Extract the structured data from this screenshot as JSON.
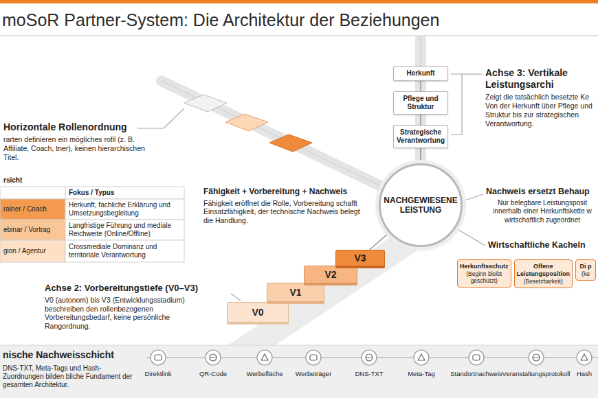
{
  "diagram": {
    "title": "moSoR Partner-System: Die Architektur der Beziehungen",
    "nodes": [
      {
        "text": [
          "Herkunft"
        ]
      },
      {
        "text": [
          "Pflege und Struktur"
        ]
      },
      {
        "text": [
          "Strategische Verantwortung"
        ]
      },
      {
        "text": [
          "NACHGEWIESENE LEISTUNG"
        ]
      },
      {
        "text": [
          "V0"
        ]
      },
      {
        "text": [
          "V1"
        ]
      },
      {
        "text": [
          "V2"
        ]
      },
      {
        "text": [
          "V3"
        ]
      },
      {
        "text": [
          "Herkunftsschutz",
          "(Beginn bleibt geschützt)"
        ]
      },
      {
        "text": [
          "Offene Leistungsposition",
          "(Besetzbarkeit)"
        ]
      },
      {
        "text": [
          "Di p",
          "(ke"
        ]
      },
      {
        "text": [
          "nische Nachweisschicht",
          "DNS-TXT, Meta-Tags und Hash-Zuordnungen bilden bliche Fundament der gesamten Architektur."
        ]
      }
    ],
    "edges": [
      {
        "from": 0,
        "to": 1,
        "arrow": "none"
      },
      {
        "from": 1,
        "to": 2,
        "arrow": "none"
      },
      {
        "from": 2,
        "to": 3,
        "arrow": "none"
      },
      {
        "from": 7,
        "to": 3,
        "arrow": "none"
      }
    ],
    "labels": [
      "Achse 3: Vertikale Leistungsarchi",
      "Zeigt die tatsächlich besetzte Ke Von der Herkunft über Pflege und Struktur bis zur strategischen Verantwortung.",
      "Horizontale Rollenordnung",
      "rarten definieren ein mögliches rofil (z. B. Affiliate, Coach, tner), keinen hierarchischen Titel.",
      "rsicht",
      "Fokus / Typus",
      "rainer / Coach",
      "Herkunft, fachliche Erklärung und Umsetzungsbegleitung",
      "ebinar / Vortrag",
      "Langfristige Führung und mediale Reichweite (Online/Offline)",
      "gion / Agentur",
      "Crossmediale Dominanz und territoriale Verantwortung",
      "Fähigkeit + Vorbereitung + Nachweis",
      "Fähigkeit eröffnet die Rolle, Vorbereitung schafft Einsatzfähigkeit, der technische Nachweis belegt die Handlung.",
      "Nachweis ersetzt Behaup",
      "Nur belegbare Leistungsposit innerhalb einer Herkunftskette w wirtschaftlich zugeordnet",
      "Wirtschaftliche Kacheln",
      "Achse 2: Vorbereitungstiefe (V0–V3)",
      "V0 (autonom) bis V3 (Entwicklungsstadium) beschreiben den rollenbezogenen Vorbereitungsbedarf, keine persönliche Rangordnung.",
      "Direktlink",
      "QR-Code",
      "Werbefläche",
      "Werbeträger",
      "DNS-TXT",
      "Meta-Tag",
      "Standortnachweis",
      "Veranstaltungsprotokoll",
      "Hash"
    ]
  }
}
